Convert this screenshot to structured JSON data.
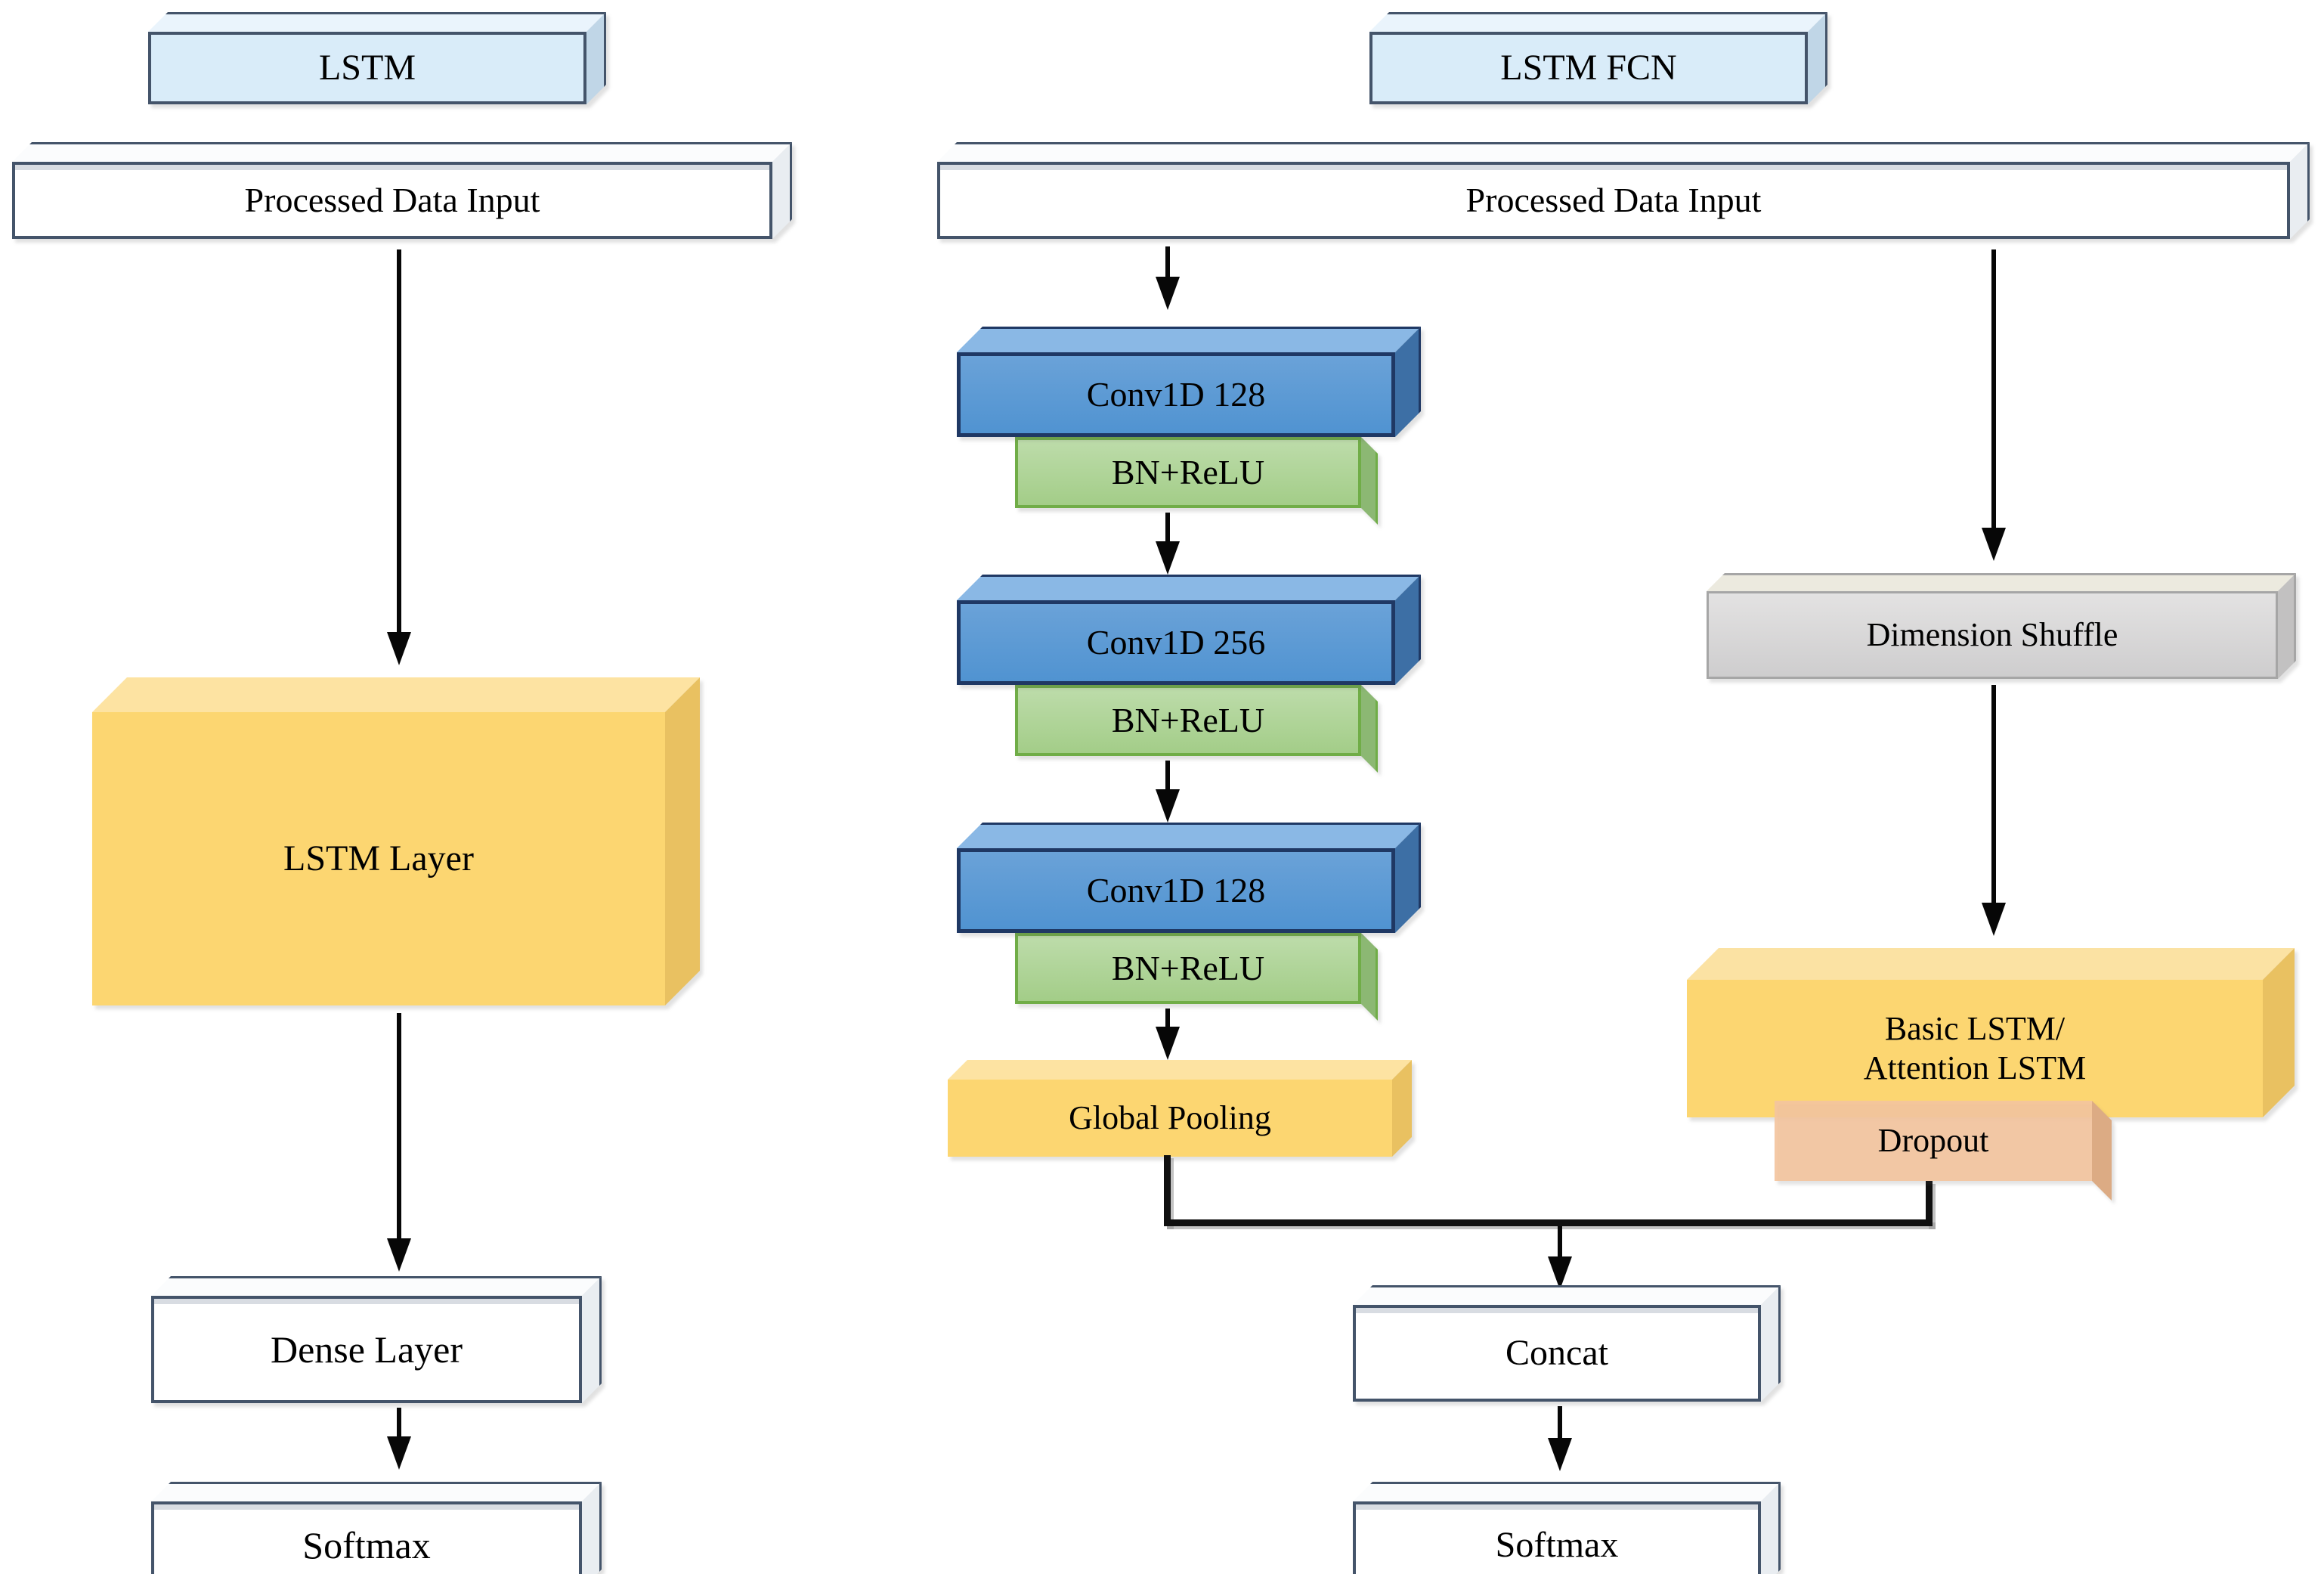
{
  "figure": {
    "left": {
      "title": "LSTM",
      "input": "Processed Data Input",
      "lstm_layer": "LSTM Layer",
      "dense_layer": "Dense Layer",
      "softmax": "Softmax"
    },
    "right": {
      "title": "LSTM FCN",
      "input": "Processed Data Input",
      "conv_blocks": [
        {
          "conv": "Conv1D 128",
          "bn": "BN+ReLU"
        },
        {
          "conv": "Conv1D 256",
          "bn": "BN+ReLU"
        },
        {
          "conv": "Conv1D 128",
          "bn": "BN+ReLU"
        }
      ],
      "global_pooling": "Global Pooling",
      "dimension_shuffle": "Dimension Shuffle",
      "recurrent_block": {
        "line1": "Basic LSTM/",
        "line2": "Attention LSTM"
      },
      "dropout": "Dropout",
      "concat": "Concat",
      "softmax": "Softmax"
    },
    "colors": {
      "title_fill": "#d9ecf9",
      "plain_fill": "#ffffff",
      "plain_border": "#44546a",
      "conv_fill": "#5b9bd5",
      "conv_border": "#1f3864",
      "bn_fill": "#aed295",
      "bn_border": "#70ad47",
      "yellow_fill": "#fcd671",
      "gray_fill": "#d9d8d8",
      "gray_border": "#a6a6a6",
      "dropout_fill": "#f4c6a1",
      "line": "#000000"
    }
  }
}
